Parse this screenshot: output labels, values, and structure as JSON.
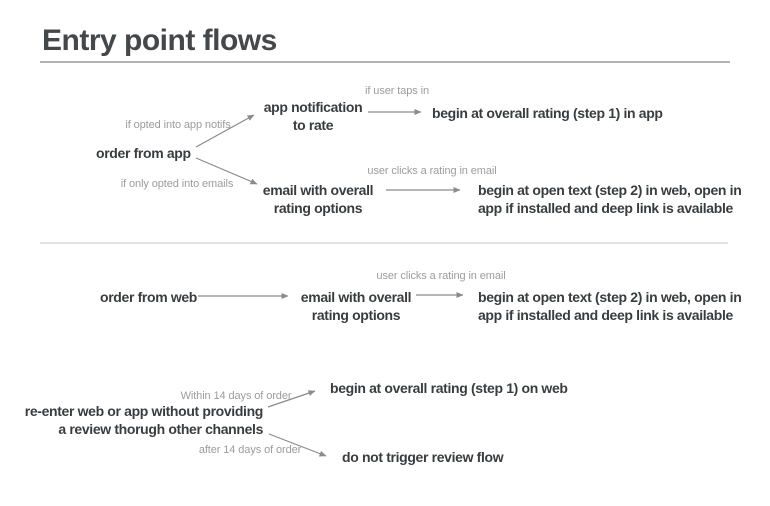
{
  "title": "Entry point flows",
  "flows": {
    "app": {
      "source": "order from app",
      "branch_up": {
        "condition": "if opted into app notifs",
        "node": "app notification\nto rate",
        "action": "if user taps in",
        "outcome": "begin at overall rating (step 1) in app"
      },
      "branch_down": {
        "condition": "if only opted into emails",
        "node": "email with overall\nrating options",
        "action": "user clicks a rating in email",
        "outcome": "begin at open text (step 2) in web, open in\napp if installed and deep link is available"
      }
    },
    "web": {
      "source": "order from web",
      "node": "email with overall\nrating options",
      "action": "user clicks a rating in email",
      "outcome": "begin at open text (step 2) in web, open in\napp if installed and deep link is available"
    },
    "reenter": {
      "source": "re-enter web or app without providing\na review thorugh other channels",
      "branch_up": {
        "condition": "Within 14 days of order",
        "outcome": "begin at overall rating (step 1) on web"
      },
      "branch_down": {
        "condition": "after 14 days of order",
        "outcome": "do not trigger review flow"
      }
    }
  },
  "colors": {
    "text": "#393d40",
    "edge_label": "#9c9c9c",
    "arrow": "#8b8b8b",
    "title_rule": "#b2b2b2",
    "section_rule": "#e3e3e3"
  }
}
